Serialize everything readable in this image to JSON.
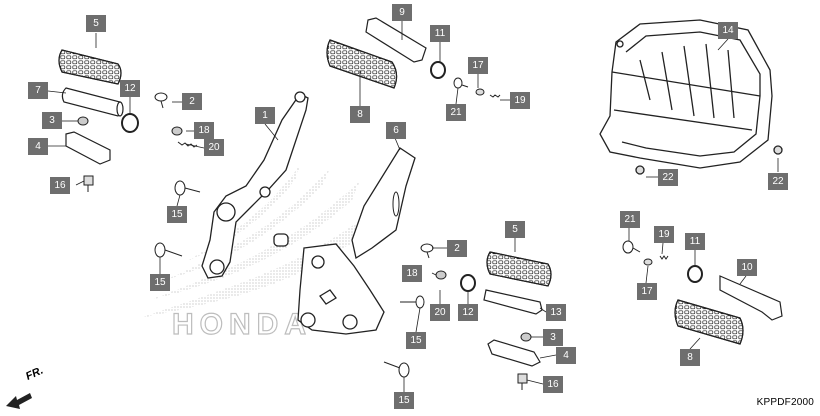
{
  "diagram": {
    "diagram_code": "KPPDF2000",
    "direction_label": "FR.",
    "watermark_text": "HONDA",
    "callouts": {
      "c5a": "5",
      "c9": "9",
      "c11a": "11",
      "c14": "14",
      "c7": "7",
      "c12a": "12",
      "c2a": "2",
      "c17a": "17",
      "c19a": "19",
      "c3a": "3",
      "c1": "1",
      "c8a": "8",
      "c21a": "21",
      "c18a": "18",
      "c4a": "4",
      "c20a": "20",
      "c6": "6",
      "c16a": "16",
      "c22a": "22",
      "c22b": "22",
      "c15a": "15",
      "c5b": "5",
      "c21b": "21",
      "c19b": "19",
      "c2b": "2",
      "c11b": "11",
      "c10": "10",
      "c15b": "15",
      "c18b": "18",
      "c17b": "17",
      "c20b": "20",
      "c12b": "12",
      "c13": "13",
      "c15c": "15",
      "c3b": "3",
      "c8b": "8",
      "c4b": "4",
      "c15d": "15",
      "c16b": "16"
    }
  }
}
